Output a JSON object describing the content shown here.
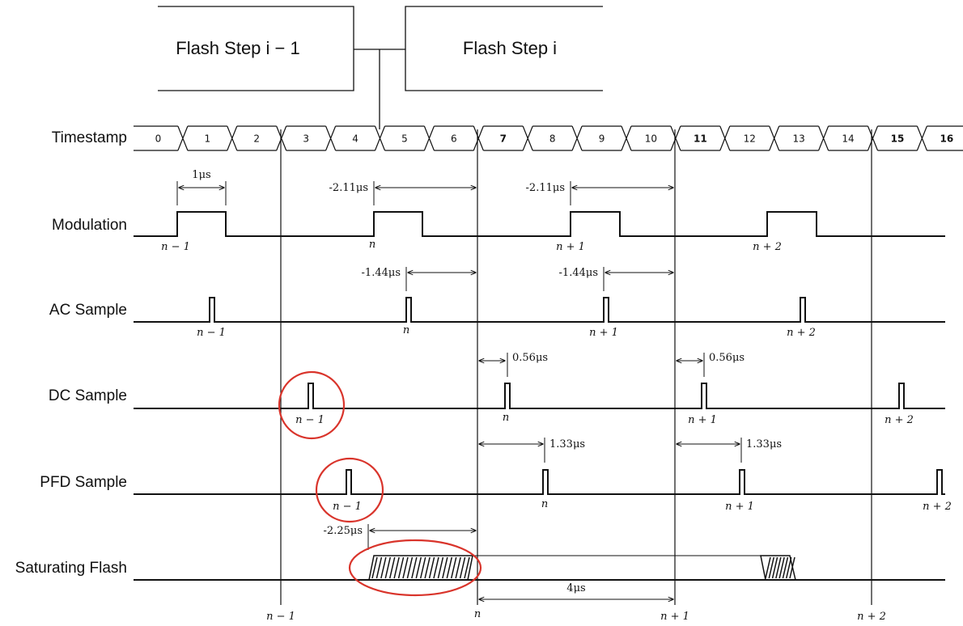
{
  "flash_steps": {
    "prev": "Flash Step i − 1",
    "curr": "Flash Step i"
  },
  "rows": [
    "Timestamp",
    "Modulation",
    "AC Sample",
    "DC Sample",
    "PFD Sample",
    "Saturating Flash"
  ],
  "timestamps": [
    "0",
    "1",
    "2",
    "3",
    "4",
    "5",
    "6",
    "7",
    "8",
    "9",
    "10",
    "11",
    "12",
    "13",
    "14",
    "15",
    "16"
  ],
  "bold_timestamps": [
    7,
    11,
    15,
    16
  ],
  "dims": {
    "mod_width": "1μs",
    "mod_offset_a": "-2.11μs",
    "mod_offset_b": "-2.11μs",
    "ac_offset_a": "-1.44μs",
    "ac_offset_b": "-1.44μs",
    "dc_offset_a": "0.56μs",
    "dc_offset_b": "0.56μs",
    "pfd_offset_a": "1.33μs",
    "pfd_offset_b": "1.33μs",
    "flash_offset": "-2.25μs",
    "flash_duration": "4μs"
  },
  "pulse_labels": {
    "modulation": [
      "n − 1",
      "n",
      "n + 1",
      "n + 2"
    ],
    "ac": [
      "n − 1",
      "n",
      "n + 1",
      "n + 2"
    ],
    "dc": [
      "n − 1",
      "n",
      "n + 1",
      "n + 2"
    ],
    "pfd": [
      "n − 1",
      "n",
      "n + 1",
      "n + 2"
    ],
    "bottom": [
      "n − 1",
      "n",
      "n + 1",
      "n + 2"
    ]
  },
  "highlight_color": "#d9342b"
}
